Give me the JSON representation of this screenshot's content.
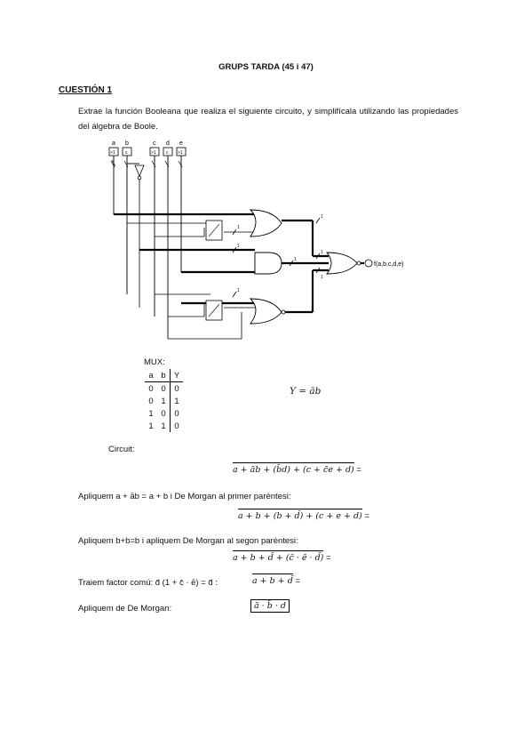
{
  "document": {
    "title": "GRUPS TARDA (45 i 47)",
    "section": "CUESTIÓN 1",
    "question": "Extrae la función Booleana que realiza el siguiente circuito, y simplifícala utilizando las propiedades del álgebra de Boole."
  },
  "circuit": {
    "inputs": [
      "a",
      "b",
      "c",
      "d",
      "e"
    ],
    "input_levels": [
      ">1",
      "c",
      ">1",
      "c",
      ">1"
    ],
    "output_label": "f(a,b,c,d,e)",
    "mux_labels": [
      "1",
      "1",
      "1",
      "1",
      "1",
      "1",
      "1"
    ]
  },
  "mux_table": {
    "caption": "MUX:",
    "headers": [
      "a",
      "b",
      "Y"
    ],
    "rows": [
      [
        "0",
        "0",
        "0"
      ],
      [
        "0",
        "1",
        "1"
      ],
      [
        "1",
        "0",
        "0"
      ],
      [
        "1",
        "1",
        "0"
      ]
    ],
    "equation": "Y = āb"
  },
  "solution": {
    "circuit_label": "Circuit:",
    "step0_expr": "a + āb + (b̄d) + (c + c̄e + d)",
    "step1_text": "Apliquem a + āb = a + b   i De Morgan al primer parèntesi:",
    "step1_expr": "a + b + (b + d̄) + (c + e + d)",
    "step2_text": "Apliquem b+b=b i apliquem De Morgan al segon parèntesi:",
    "step2_expr": "a + b + d̄ + (c̄ · ē · d̄)",
    "step3_text": "Traiem factor comú: d̄ (1 + c̄ · ē) = d̄ :",
    "step3_expr": "a + b + d̄",
    "step4_text": "Apliquem de De Morgan:",
    "step4_expr": "ā · b̄ · d",
    "equals": "="
  }
}
